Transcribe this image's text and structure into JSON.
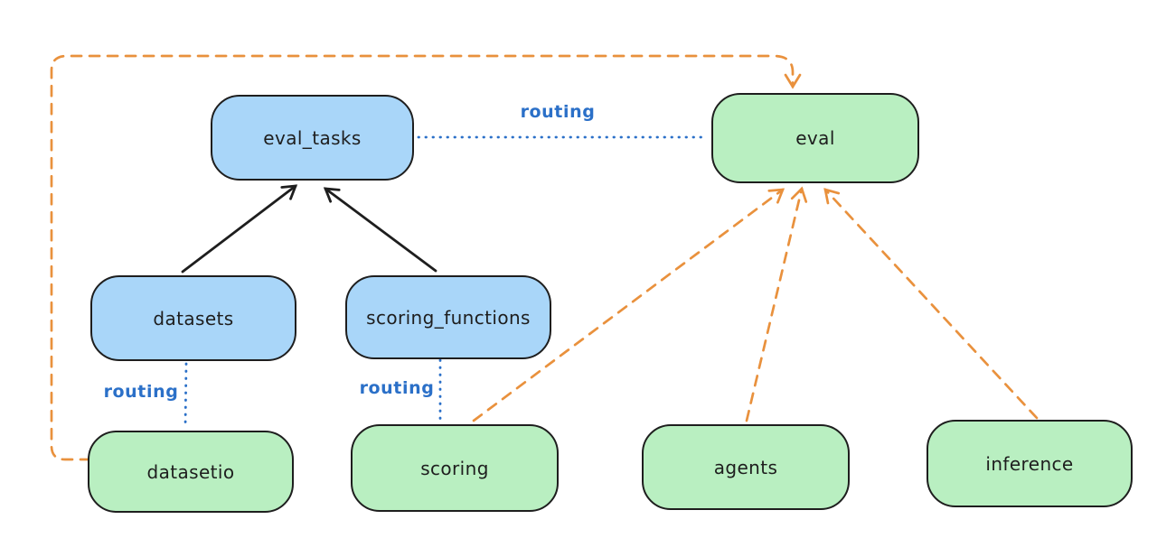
{
  "diagram": {
    "nodes": {
      "eval_tasks": {
        "label": "eval_tasks",
        "kind": "api"
      },
      "eval": {
        "label": "eval",
        "kind": "provider"
      },
      "datasets": {
        "label": "datasets",
        "kind": "api"
      },
      "scoring_functions": {
        "label": "scoring_functions",
        "kind": "api"
      },
      "datasetio": {
        "label": "datasetio",
        "kind": "provider"
      },
      "scoring": {
        "label": "scoring",
        "kind": "provider"
      },
      "agents": {
        "label": "agents",
        "kind": "provider"
      },
      "inference": {
        "label": "inference",
        "kind": "provider"
      }
    },
    "edge_labels": {
      "routing_top": "routing",
      "routing_left": "routing",
      "routing_mid": "routing"
    },
    "edges": [
      {
        "from": "datasets",
        "to": "eval_tasks",
        "style": "solid-black-arrow"
      },
      {
        "from": "scoring_functions",
        "to": "eval_tasks",
        "style": "solid-black-arrow"
      },
      {
        "from": "eval_tasks",
        "to": "eval",
        "style": "blue-dotted",
        "label": "routing"
      },
      {
        "from": "datasets",
        "to": "datasetio",
        "style": "blue-dotted",
        "label": "routing"
      },
      {
        "from": "scoring_functions",
        "to": "scoring",
        "style": "blue-dotted",
        "label": "routing"
      },
      {
        "from": "datasetio",
        "to": "eval",
        "style": "orange-dashed-arrow"
      },
      {
        "from": "scoring",
        "to": "eval",
        "style": "orange-dashed-arrow"
      },
      {
        "from": "agents",
        "to": "eval",
        "style": "orange-dashed-arrow"
      },
      {
        "from": "inference",
        "to": "eval",
        "style": "orange-dashed-arrow"
      }
    ],
    "colors": {
      "api_fill": "#a9d6f9",
      "provider_fill": "#b9efc1",
      "stroke": "#1e1e1e",
      "routing_blue": "#2b70c8",
      "orange": "#e9913d"
    }
  }
}
